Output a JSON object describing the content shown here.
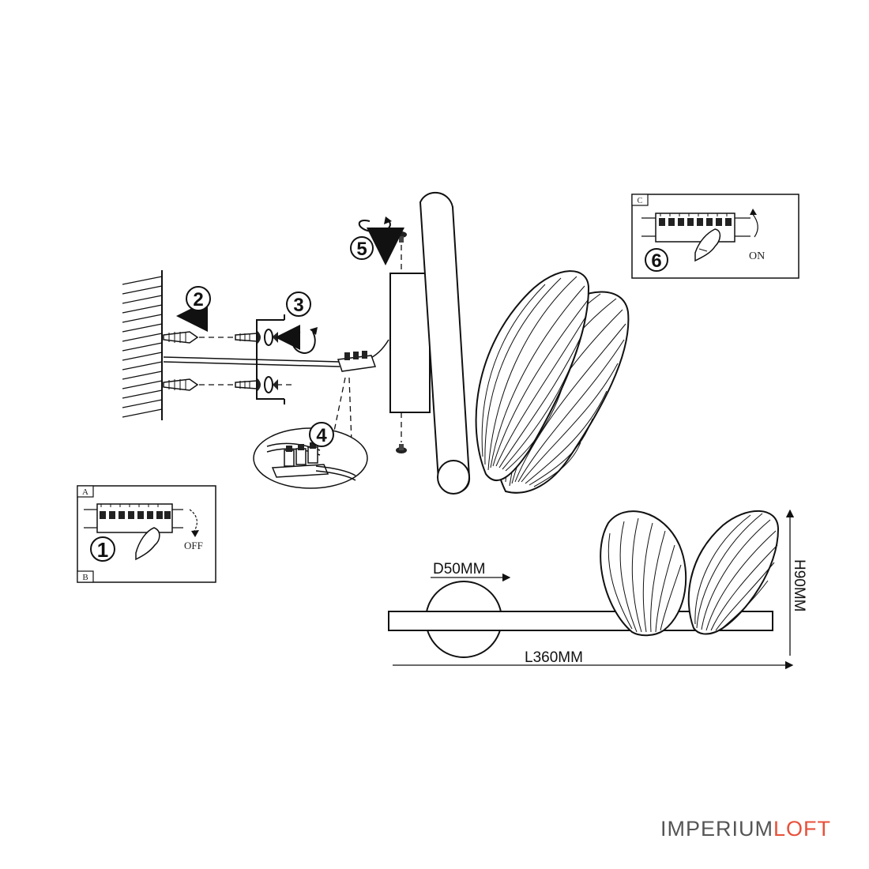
{
  "steps": {
    "s1": "1",
    "s2": "2",
    "s3": "3",
    "s4": "4",
    "s5": "5",
    "s6": "6"
  },
  "panels": {
    "off_panel": {
      "letter_top": "A",
      "letter_bottom": "B",
      "switch_label": "OFF"
    },
    "on_panel": {
      "letter_top": "C",
      "switch_label": "ON"
    }
  },
  "dimensions": {
    "diameter": "D50MM",
    "length": "L360MM",
    "height": "H90MM"
  },
  "brand": {
    "part1": "IMPERIUM",
    "part2": "LOFT"
  },
  "colors": {
    "line": "#111111",
    "brand_gray": "#555555",
    "brand_accent": "#e8503a"
  }
}
